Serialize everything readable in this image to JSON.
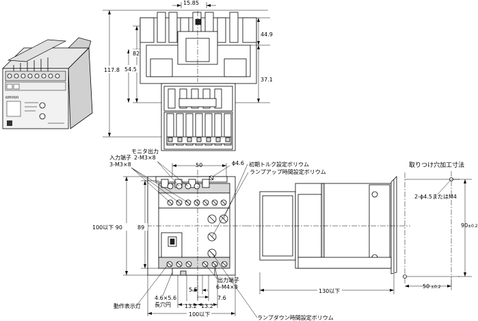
{
  "dimensions": {
    "top_width": "15.85",
    "height_total": "117.8",
    "height_82": "82",
    "height_54_5": "54.5",
    "height_44_9": "44.9",
    "height_37_1": "37.1",
    "front_width_50": "50",
    "height_100_90": "100以下 90",
    "height_89": "89",
    "dim_5_5": "5.5",
    "dim_7_6": "7.6",
    "dim_13_2a": "13.2",
    "dim_13_2b": "13.2",
    "width_100": "100以下",
    "side_width_130": "130以下",
    "hole_phi": "ϕ4.6",
    "mount_90": "90",
    "mount_90_tol": "±0.2",
    "mount_50": "50",
    "mount_50_tol": "±0.2"
  },
  "labels": {
    "monitor_output_1": "モニタ出力",
    "monitor_output_2": "2-M3×8",
    "input_terminal_1": "入力端子",
    "input_terminal_2": "3-M3×8",
    "initial_torque": "初期トルク設定ボリウム",
    "rampup_time": "ランプアップ時間設定ボリウム",
    "output_terminal_1": "出力端子",
    "output_terminal_2": "6-M4×8",
    "operation_lamp": "動作表示灯",
    "slot_1": "4.6×5.6",
    "slot_2": "長穴円",
    "rampdown_time": "ランプダウン時間設定ボリウム",
    "mounting_title": "取りつけ穴加工寸法",
    "mounting_holes": "2-ϕ4.5またはM4"
  },
  "product_photo": {
    "brand": "omron"
  }
}
